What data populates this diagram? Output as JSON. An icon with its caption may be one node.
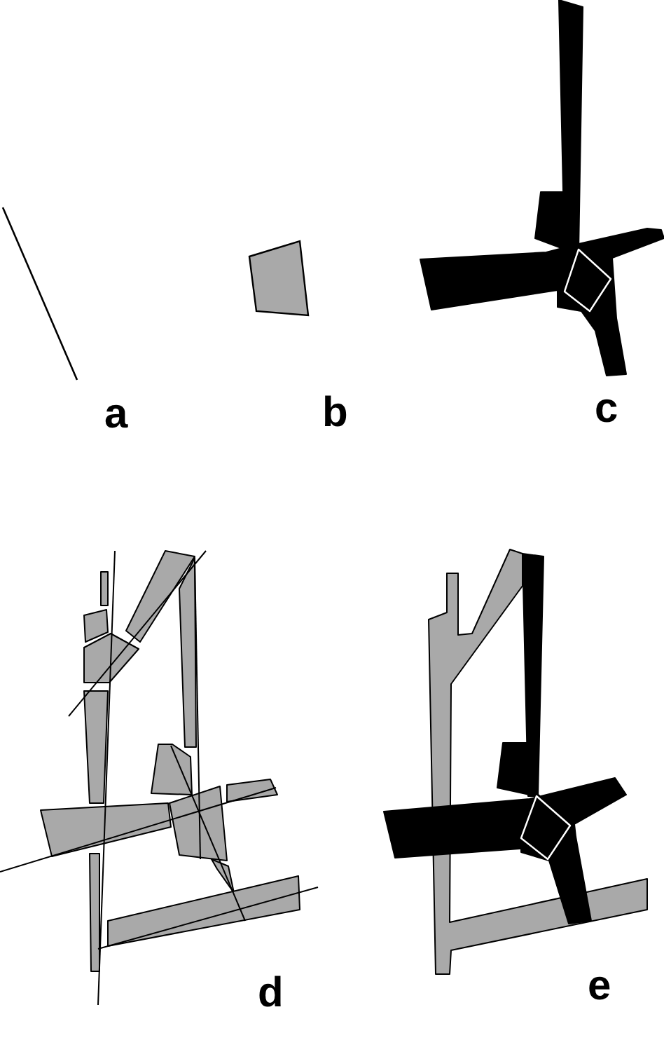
{
  "diagram": {
    "labels": [
      "a",
      "b",
      "c",
      "d",
      "e"
    ]
  }
}
